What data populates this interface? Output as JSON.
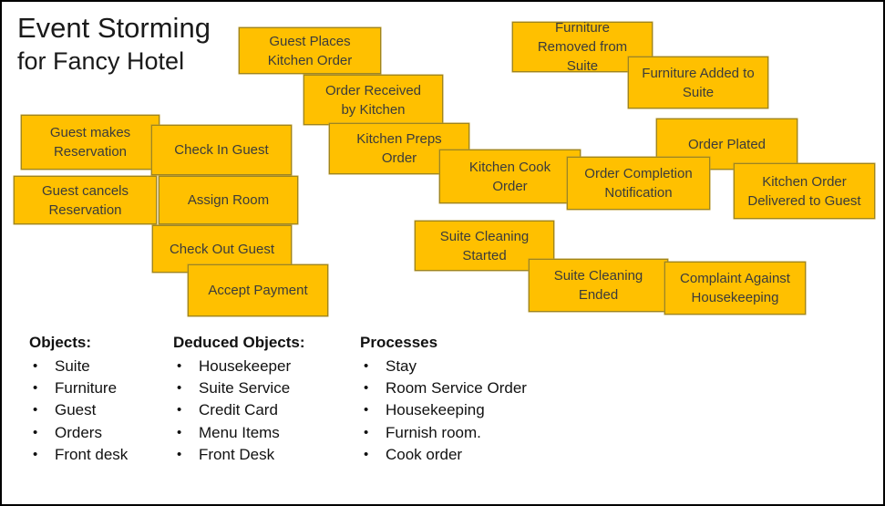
{
  "slide": {
    "title_line1": "Event Storming",
    "title_line2": "for Fancy Hotel"
  },
  "colors": {
    "note_fill": "#FFC000",
    "note_border": "#9E851F",
    "note_text": "#3B3B3B",
    "title_text": "#1A1A1A",
    "slide_border": "#000000"
  },
  "notes": [
    {
      "id": "guest-places-kitchen-order",
      "text": "Guest Places Kitchen Order"
    },
    {
      "id": "order-received-by-kitchen",
      "text": "Order Received by Kitchen"
    },
    {
      "id": "furniture-removed-from-suite",
      "text": "Furniture Removed from Suite"
    },
    {
      "id": "furniture-added-to-suite",
      "text": "Furniture Added to Suite"
    },
    {
      "id": "guest-makes-reservation",
      "text": "Guest makes Reservation"
    },
    {
      "id": "check-in-guest",
      "text": "Check In Guest"
    },
    {
      "id": "guest-cancels-reservation",
      "text": "Guest cancels Reservation"
    },
    {
      "id": "assign-room",
      "text": "Assign Room"
    },
    {
      "id": "check-out-guest",
      "text": "Check Out Guest"
    },
    {
      "id": "accept-payment",
      "text": "Accept Payment"
    },
    {
      "id": "kitchen-preps-order",
      "text": "Kitchen Preps Order"
    },
    {
      "id": "kitchen-cook-order",
      "text": "Kitchen Cook Order"
    },
    {
      "id": "order-plated",
      "text": "Order Plated"
    },
    {
      "id": "order-completion-notification",
      "text": "Order Completion Notification"
    },
    {
      "id": "kitchen-order-delivered-to-guest",
      "text": "Kitchen Order Delivered to Guest"
    },
    {
      "id": "suite-cleaning-started",
      "text": "Suite Cleaning Started"
    },
    {
      "id": "suite-cleaning-ended",
      "text": "Suite Cleaning Ended"
    },
    {
      "id": "complaint-against-housekeeping",
      "text": "Complaint Against Housekeeping"
    }
  ],
  "lists": [
    {
      "heading": "Objects:",
      "items": [
        "Suite",
        "Furniture",
        "Guest",
        "Orders",
        "Front desk"
      ]
    },
    {
      "heading": "Deduced Objects:",
      "items": [
        "Housekeeper",
        "Suite Service",
        "Credit Card",
        "Menu Items",
        "Front Desk"
      ]
    },
    {
      "heading": "Processes",
      "items": [
        "Stay",
        "Room Service Order",
        "Housekeeping",
        "Furnish room.",
        "Cook order"
      ]
    }
  ]
}
